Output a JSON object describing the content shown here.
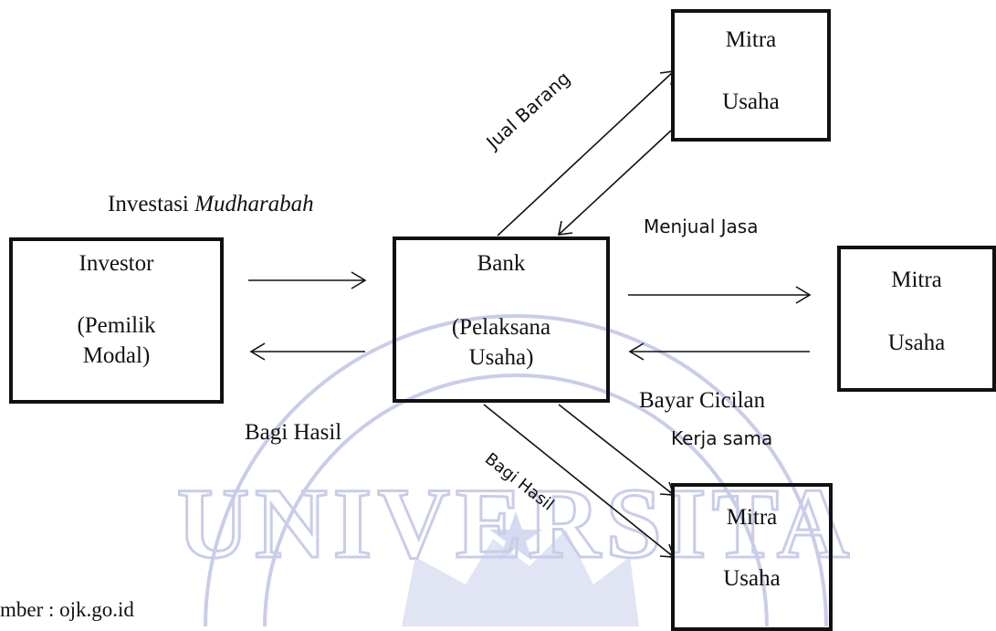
{
  "watermark": {
    "text": "UNIVERSITA",
    "color": "#c9cde8"
  },
  "title": {
    "prefix": "Investasi ",
    "italic": "Mudharabah"
  },
  "investor": {
    "name": "Investor",
    "role_line1": "(Pemilik",
    "role_line2": "Modal)"
  },
  "bank": {
    "name": "Bank",
    "role_line1": "(Pelaksana",
    "role_line2": "Usaha)"
  },
  "mitra_top": {
    "line1": "Mitra",
    "line2": "Usaha"
  },
  "mitra_mid": {
    "line1": "Mitra",
    "line2": "Usaha"
  },
  "mitra_bot": {
    "line1": "Mitra",
    "line2": "Usaha"
  },
  "labels": {
    "bagi_hasil_left": "Bagi Hasil",
    "jual_barang": "Jual Barang",
    "menjual_jasa": "Menjual Jasa",
    "bayar_cicilan": "Bayar Cicilan",
    "kerja_sama": "Kerja sama",
    "bagi_hasil_diag": "Bagi Hasil"
  },
  "source": "mber : ojk.go.id"
}
